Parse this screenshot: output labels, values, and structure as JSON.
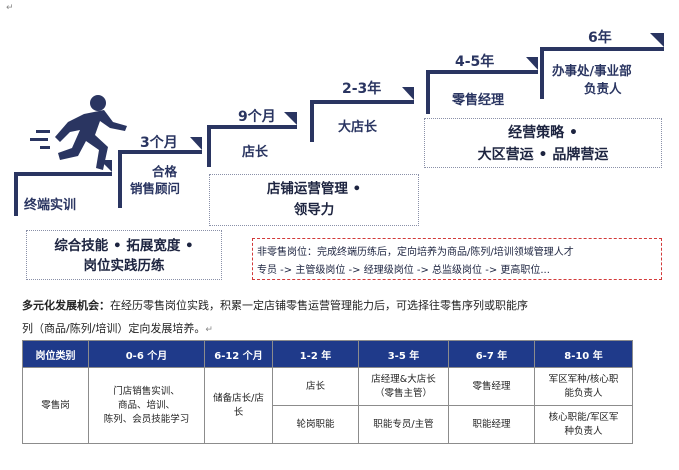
{
  "return_mark": "↵",
  "steps": [
    {
      "duration": "3个月",
      "label_line1": "合格",
      "label_line2": "销售顾问"
    },
    {
      "duration": "9个月",
      "label": "店长"
    },
    {
      "duration": "2-3年",
      "label": "大店长"
    },
    {
      "duration": "4-5年",
      "label": "零售经理"
    },
    {
      "duration": "6年",
      "label_line1": "办事处/事业部",
      "label_line2": "负责人"
    }
  ],
  "first_step_label": "终端实训",
  "boxes": {
    "skills_line1": "综合技能 • 拓展宽度 •",
    "skills_line2": "岗位实践历练",
    "store_line1": "店铺运营管理 •",
    "store_line2": "领导力",
    "strategy_line1": "经营策略 •",
    "strategy_line2": "大区营运 • 品牌营运"
  },
  "non_retail": {
    "line1": "非零售岗位：完成终端历练后，定向培养为商品/陈列/培训领域管理人才",
    "line2": "专员 -> 主管级岗位 -> 经理级岗位 -> 总监级岗位 -> 更高职位..."
  },
  "paragraph": {
    "bold": "多元化发展机会：",
    "line1_rest": "在经历零售岗位实践，积累一定店铺零售运营管理能力后，可选择往零售序列或职能序",
    "line2": "列（商品/陈列/培训）定向发展培养。"
  },
  "table": {
    "headers": [
      "岗位类别",
      "0-6 个月",
      "6-12 个月",
      "1-2 年",
      "3-5 年",
      "6-7 年",
      "8-10 年"
    ],
    "category": "零售岗",
    "col1_lines": [
      "门店销售实训、",
      "商品、培训、",
      "陈列、会员技能学习"
    ],
    "col2_lines": [
      "储备店长/店",
      "长"
    ],
    "row1": {
      "y1_2": "店长",
      "y3_5_line1": "店经理&大店长",
      "y3_5_line2": "（零售主管）",
      "y6_7": "零售经理",
      "y8_10_line1": "军区军种/核心职",
      "y8_10_line2": "能负责人"
    },
    "row2": {
      "y1_2": "轮岗职能",
      "y3_5": "职能专员/主管",
      "y6_7": "职能经理",
      "y8_10_line1": "核心职能/军区军",
      "y8_10_line2": "种负责人"
    }
  },
  "colors": {
    "navy": "#2a3561",
    "header_blue": "#1f3a8a",
    "red_dashed": "#d23a3a"
  }
}
